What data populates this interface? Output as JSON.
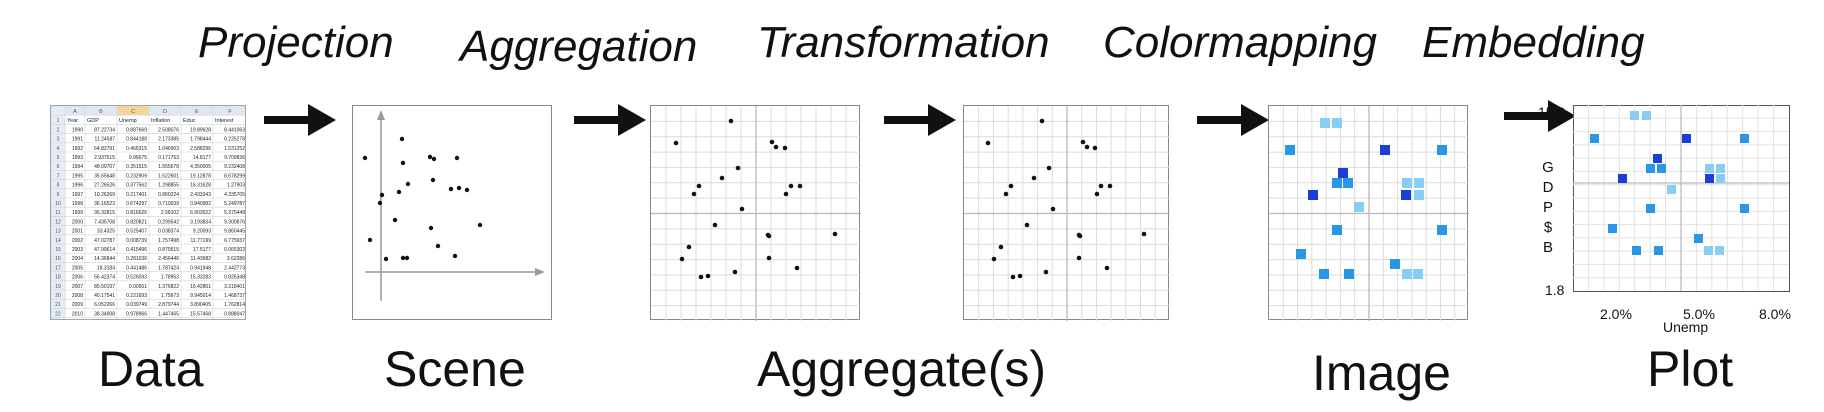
{
  "stages": {
    "projection": "Projection",
    "aggregation": "Aggregation",
    "transformation": "Transformation",
    "colormapping": "Colormapping",
    "embedding": "Embedding"
  },
  "nodes": {
    "data": "Data",
    "scene": "Scene",
    "aggregates": "Aggregate(s)",
    "image": "Image",
    "plot": "Plot"
  },
  "spreadsheet": {
    "columns": [
      "A",
      "B",
      "C",
      "D",
      "E",
      "F"
    ],
    "headers": [
      "Year",
      "GDP",
      "Unemp",
      "Inflation",
      "Educ",
      "Interest"
    ],
    "rows": [
      [
        "1990",
        "87.22734",
        "0.887669",
        "2.508076",
        "19.89628",
        "8.441063"
      ],
      [
        "1991",
        "11.24587",
        "0.844188",
        "2.173385",
        "1.798444",
        "0.225278"
      ],
      [
        "1992",
        "64.82791",
        "0.466315",
        "1.046903",
        "2.588296",
        "1.531252"
      ],
      [
        "1993",
        "2.937515",
        "0.96675",
        "0.171763",
        "14.8177",
        "9.709836"
      ],
      [
        "1994",
        "48.09707",
        "0.351515",
        "1.555678",
        "4.350005",
        "9.232408"
      ],
      [
        "1995",
        "35.65648",
        "0.232909",
        "1.522601",
        "19.12878",
        "8.678299"
      ],
      [
        "1996",
        "27.26526",
        "0.377562",
        "1.298855",
        "16.31628",
        "1.27903"
      ],
      [
        "1997",
        "10.26269",
        "0.217401",
        "0.860224",
        "2.433343",
        "4.335705"
      ],
      [
        "1998",
        "36.16523",
        "0.674297",
        "0.710039",
        "0.840982",
        "5.249787"
      ],
      [
        "1999",
        "36.32815",
        "0.816626",
        "2.58102",
        "6.903022",
        "5.375448"
      ],
      [
        "2000",
        "7.435708",
        "0.820821",
        "0.299542",
        "3.193834",
        "9.300876"
      ],
      [
        "2001",
        "33.4325",
        "0.525407",
        "0.038374",
        "9.20093",
        "9.860445"
      ],
      [
        "2002",
        "47.02787",
        "0.008739",
        "1.757498",
        "11.77199",
        "6.775937"
      ],
      [
        "2003",
        "47.99614",
        "0.415496",
        "0.879515",
        "17.5177",
        "0.065302"
      ],
      [
        "2004",
        "14.36844",
        "0.281036",
        "2.456446",
        "11.43982",
        "3.62286"
      ],
      [
        "2005",
        "18.3184",
        "0.441486",
        "1.787424",
        "0.941948",
        "2.442773"
      ],
      [
        "2006",
        "56.42374",
        "0.526093",
        "1.78953",
        "15.33283",
        "0.826348"
      ],
      [
        "2007",
        "89.50197",
        "0.00561",
        "1.376822",
        "16.42801",
        "3.318401"
      ],
      [
        "2008",
        "40.17541",
        "0.221693",
        "1.75673",
        "9.945014",
        "1.468737"
      ],
      [
        "2009",
        "6.052266",
        "0.039749",
        "2.879744",
        "3.890405",
        "1.762814"
      ],
      [
        "2010",
        "38.34908",
        "0.978966",
        "1.447465",
        "15.57468",
        "0.888047"
      ]
    ]
  },
  "plot": {
    "y_max": "15.0",
    "y_min": "1.8",
    "y_label": [
      "G",
      "D",
      "P",
      "$",
      "B"
    ],
    "x_ticks": [
      "2.0%",
      "5.0%",
      "8.0%"
    ],
    "x_label": "Unemp"
  },
  "colors": {
    "ink": "#111111",
    "grid": "#d8d8d8",
    "axis_gray": "#999999",
    "color_light": "#87cef5",
    "color_mid": "#2a96e8",
    "color_dark": "#1a3fd6"
  }
}
